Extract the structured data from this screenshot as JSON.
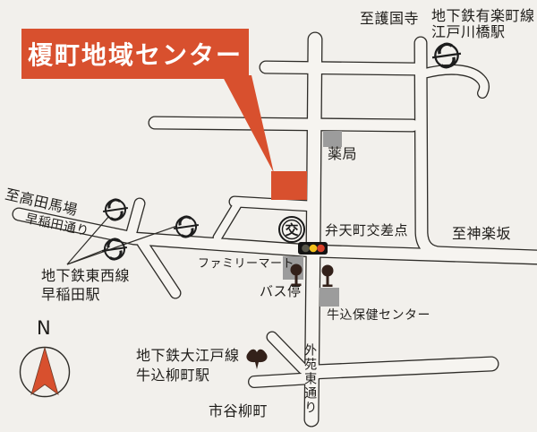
{
  "map": {
    "title": "榎町地域センター",
    "labels": {
      "gokokuji": "至護国寺",
      "yurakucho_line": "地下鉄有楽町線",
      "edogawabashi_station": "江戸川橋駅",
      "pharmacy": "薬局",
      "bentencho_crossing": "弁天町交差点",
      "kagurazaka": "至神楽坂",
      "takadanobaba": "至高田馬場",
      "waseda_dori": "早稲田通り",
      "tozai_line": "地下鉄東西線",
      "waseda_station": "早稲田駅",
      "familymart": "ファミリーマート",
      "bus_stop": "バス停",
      "hoken_center": "牛込保健センター",
      "gaien_higashi_dori": "外苑東通り",
      "oedo_line": "地下鉄大江戸線",
      "yanagicho_station": "牛込柳町駅",
      "ichigaya_yanagicho": "市谷柳町",
      "koban": "交",
      "compass_north": "N"
    },
    "colors": {
      "accent": "#d8502e",
      "background": "#f2f0ec",
      "road_fill": "#f6f4f0",
      "line": "#2e2c28",
      "building_gray": "#9c9c9c",
      "icon_dark": "#33211a",
      "traffic_body": "#141414",
      "traffic_off": "#57564a",
      "traffic_yellow": "#f2c01c",
      "traffic_red": "#d8402a"
    }
  }
}
